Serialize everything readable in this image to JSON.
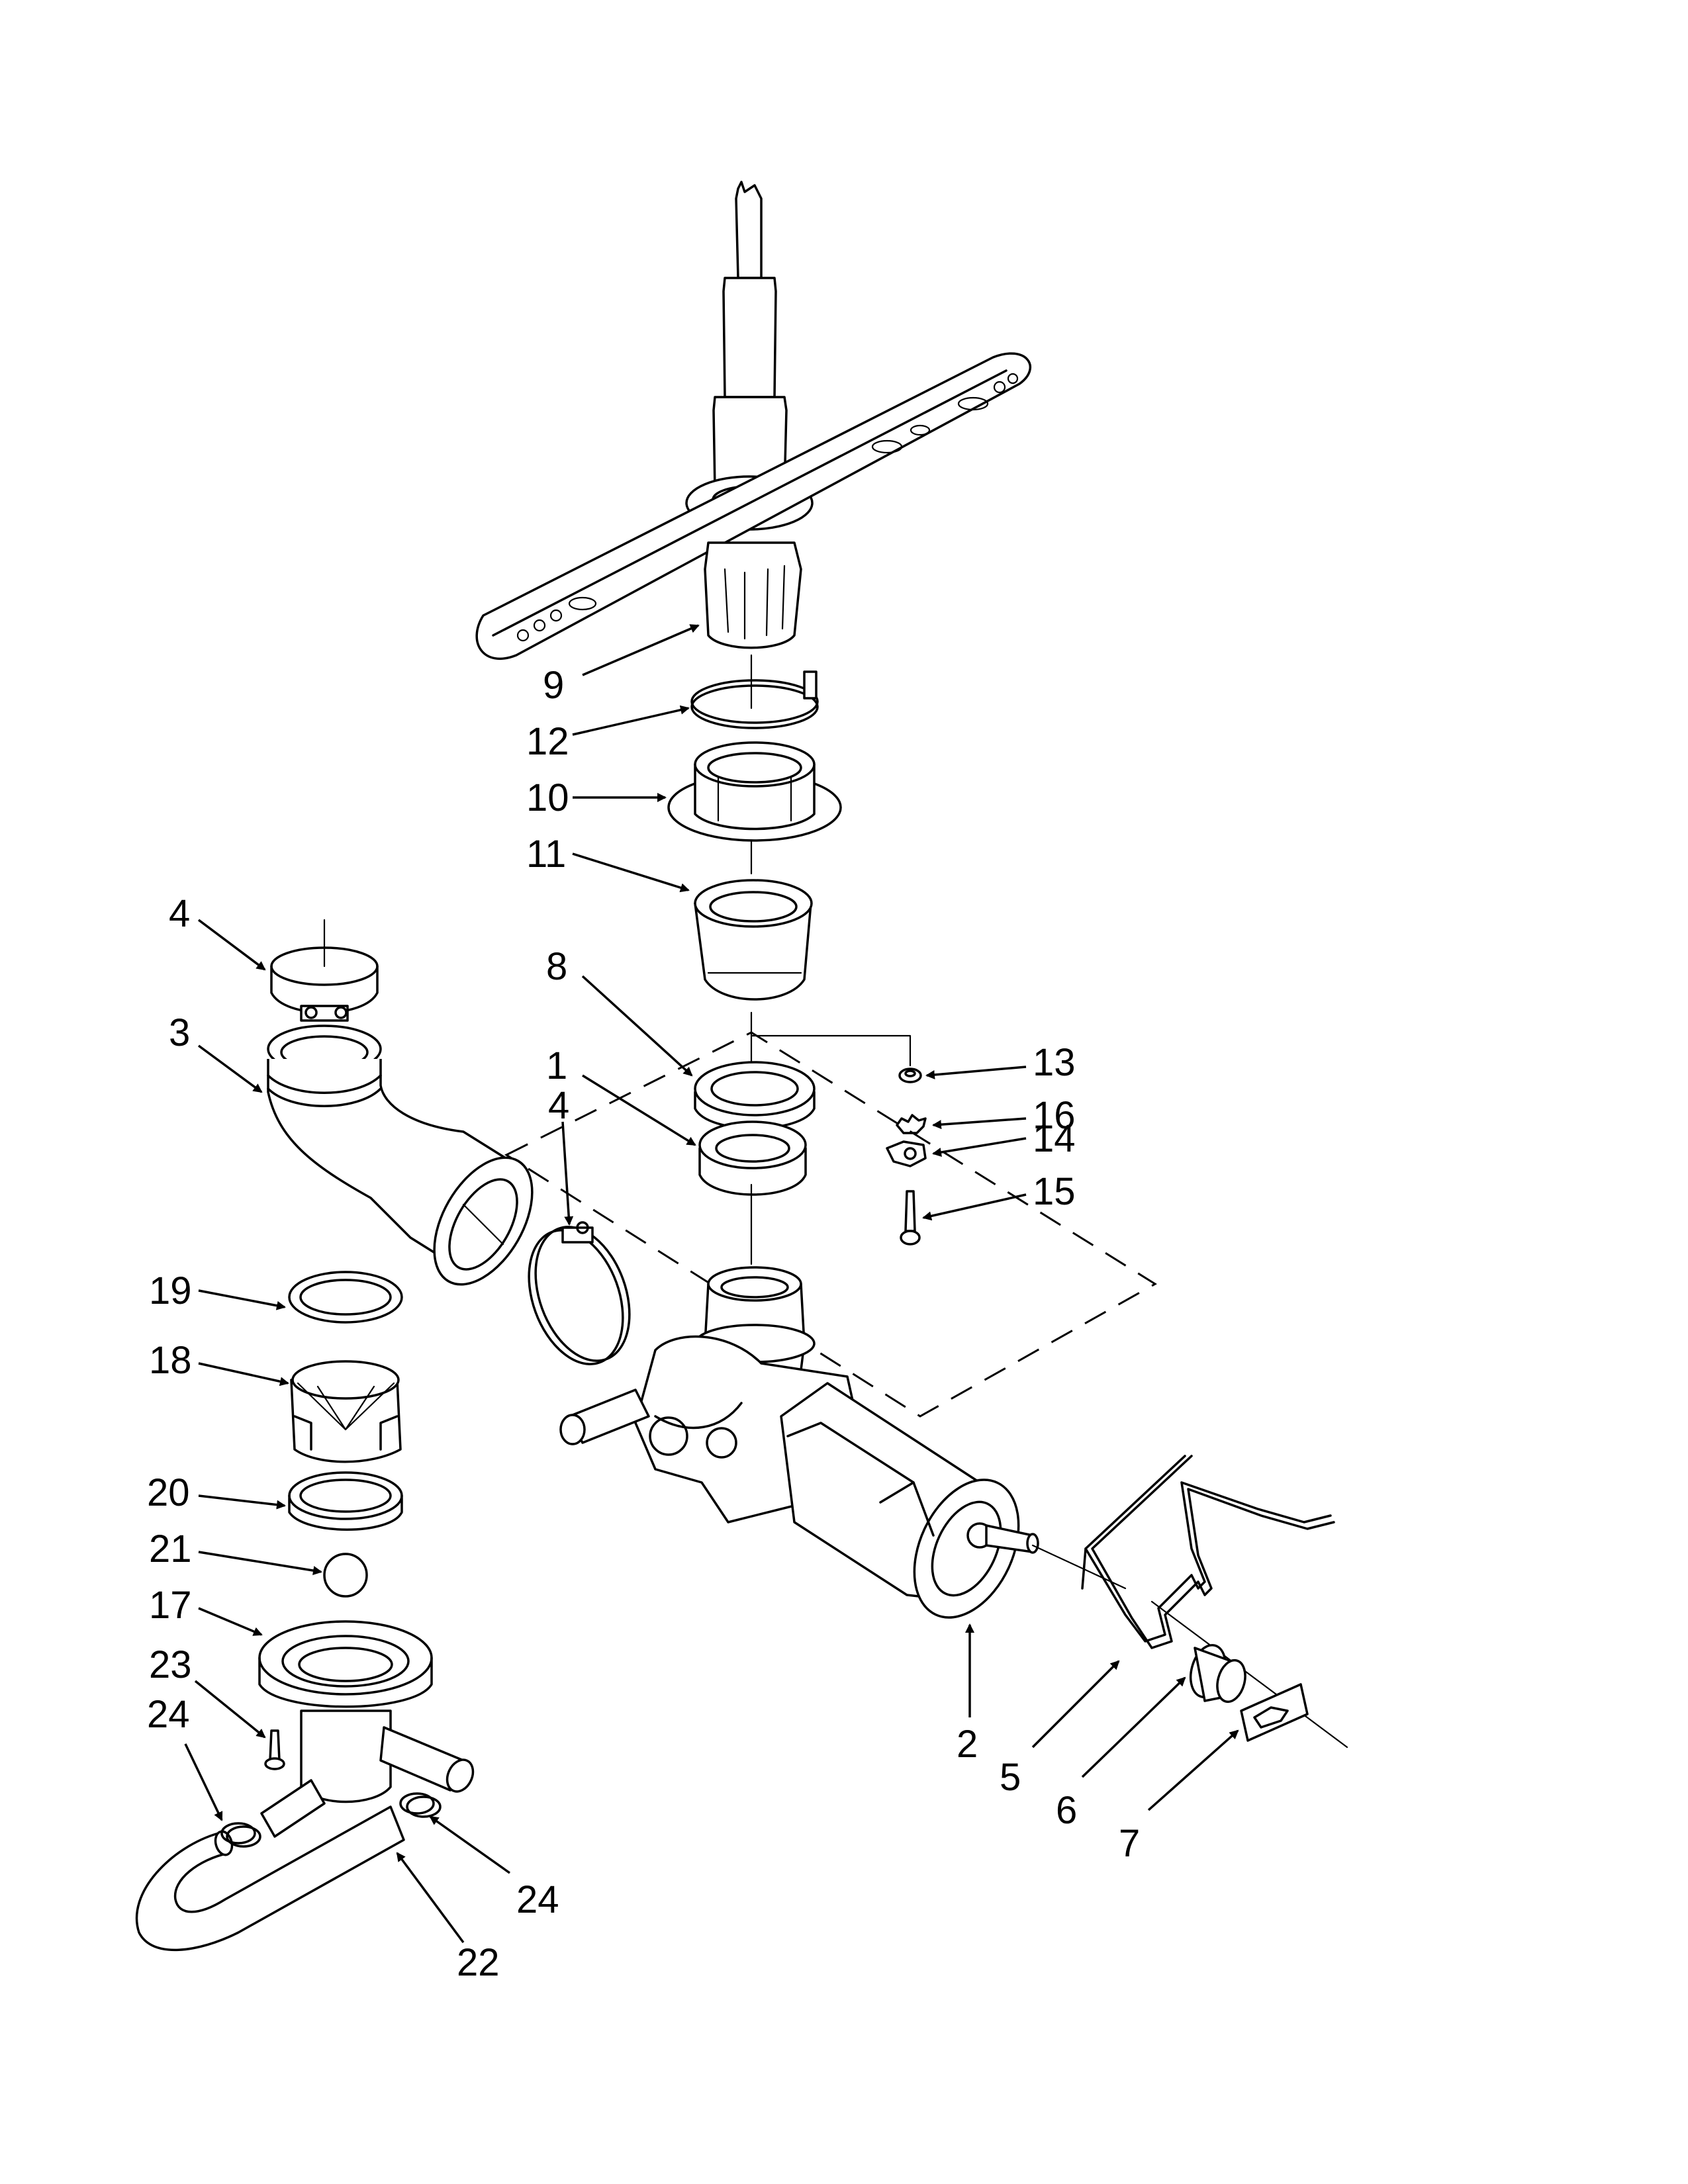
{
  "callouts": [
    {
      "id": "9",
      "label": "9"
    },
    {
      "id": "12",
      "label": "12"
    },
    {
      "id": "10",
      "label": "10"
    },
    {
      "id": "11",
      "label": "11"
    },
    {
      "id": "4a",
      "label": "4"
    },
    {
      "id": "3",
      "label": "3"
    },
    {
      "id": "8",
      "label": "8"
    },
    {
      "id": "1",
      "label": "1"
    },
    {
      "id": "4b",
      "label": "4"
    },
    {
      "id": "13",
      "label": "13"
    },
    {
      "id": "16",
      "label": "16"
    },
    {
      "id": "14",
      "label": "14"
    },
    {
      "id": "15",
      "label": "15"
    },
    {
      "id": "19",
      "label": "19"
    },
    {
      "id": "18",
      "label": "18"
    },
    {
      "id": "20",
      "label": "20"
    },
    {
      "id": "21",
      "label": "21"
    },
    {
      "id": "17",
      "label": "17"
    },
    {
      "id": "23",
      "label": "23"
    },
    {
      "id": "24a",
      "label": "24"
    },
    {
      "id": "24b",
      "label": "24"
    },
    {
      "id": "22",
      "label": "22"
    },
    {
      "id": "2",
      "label": "2"
    },
    {
      "id": "5",
      "label": "5"
    },
    {
      "id": "6",
      "label": "6"
    },
    {
      "id": "7",
      "label": "7"
    }
  ]
}
